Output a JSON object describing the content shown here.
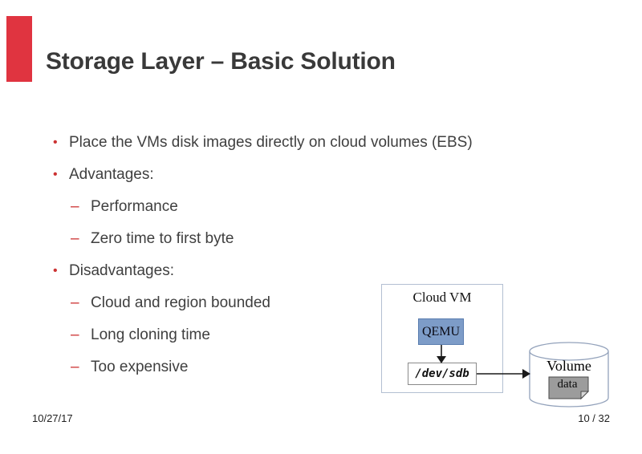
{
  "slide": {
    "title": "Storage Layer – Basic Solution",
    "markers": {
      "dot": "•",
      "dash": "–"
    },
    "bullets": [
      {
        "level": 1,
        "text": "Place the VMs disk images directly on cloud volumes (EBS)"
      },
      {
        "level": 1,
        "text": "Advantages:"
      },
      {
        "level": 2,
        "text": "Performance"
      },
      {
        "level": 2,
        "text": "Zero time to first byte"
      },
      {
        "level": 1,
        "text": "Disadvantages:"
      },
      {
        "level": 2,
        "text": "Cloud and region bounded"
      },
      {
        "level": 2,
        "text": "Long cloning time"
      },
      {
        "level": 2,
        "text": "Too expensive"
      }
    ],
    "diagram": {
      "vm_box_label": "Cloud VM",
      "qemu_label": "QEMU",
      "device_label": "/dev/sdb",
      "volume_label": "Volume",
      "data_label": "data"
    },
    "footer": {
      "date": "10/27/17",
      "page_number": "10 / 32"
    },
    "colors": {
      "accent_red": "#e03440",
      "bullet_red": "#cc3333",
      "qemu_blue": "#7d9cc8",
      "data_gray": "#9c9c9c",
      "text_dark": "#3f3f3f"
    }
  }
}
